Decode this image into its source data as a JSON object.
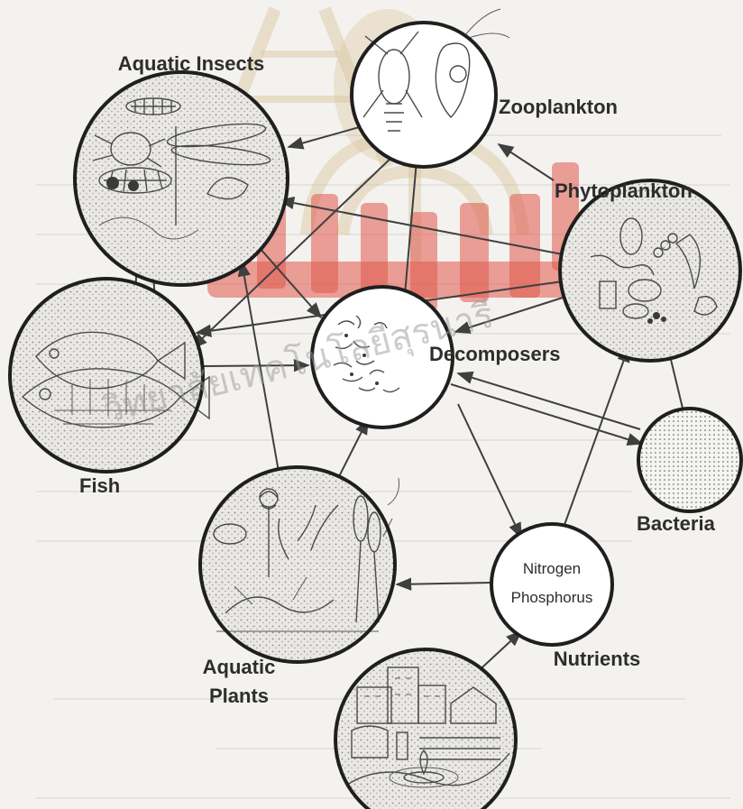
{
  "nodes": {
    "aquatic_insects": "Aquatic Insects",
    "zooplankton": "Zooplankton",
    "phytoplankton": "Phytoplankton",
    "fish": "Fish",
    "decomposers": "Decomposers",
    "bacteria": "Bacteria",
    "aquatic_plants_line1": "Aquatic",
    "aquatic_plants_line2": "Plants",
    "nutrients": "Nutrients",
    "nitrogen": "Nitrogen",
    "phosphorus": "Phosphorus"
  },
  "watermark": {
    "text": "วิทยาลัยเทคโนโลยีสุรนารี"
  },
  "icons": [
    "insect-sketch",
    "zooplankton-sketch",
    "phytoplankton-sketch",
    "fish-sketch",
    "decomposer-sketch",
    "bacteria-stipple",
    "plant-sketch",
    "city-sketch"
  ],
  "colors": {
    "ring": "#1f1f1f",
    "arrow": "#3f3f3f",
    "watermark_red": "#e0574a",
    "watermark_gold": "#d9c39c"
  }
}
